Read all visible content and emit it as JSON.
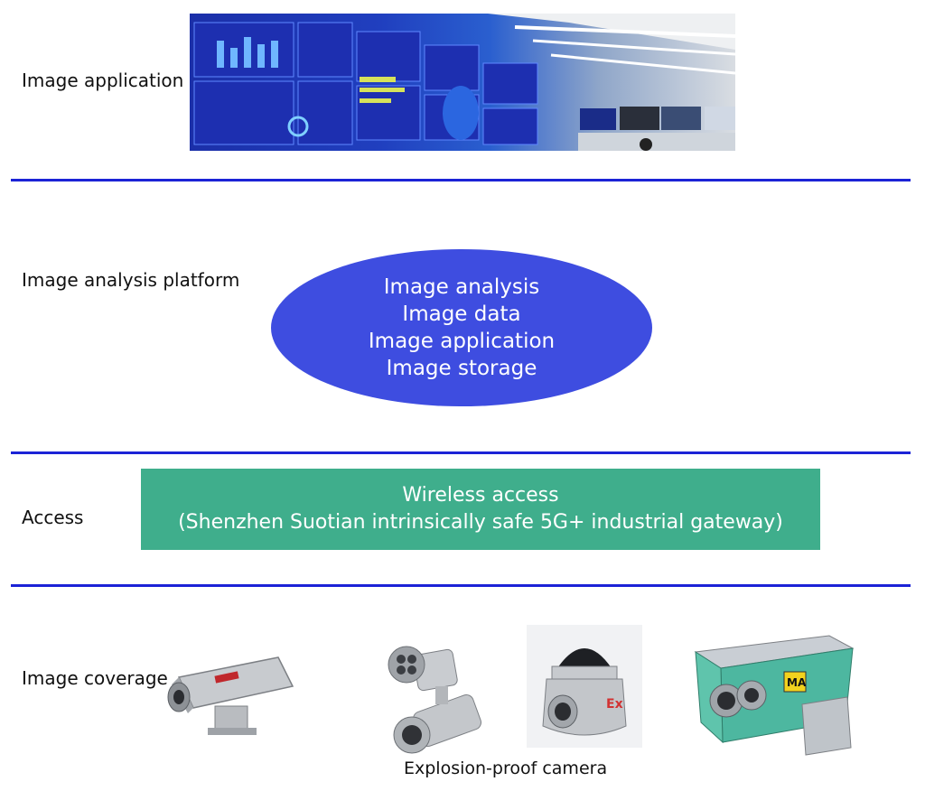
{
  "layers": {
    "application": {
      "label": "Image application"
    },
    "platform": {
      "label": "Image analysis platform",
      "functions": [
        "Image analysis",
        "Image data",
        "Image application",
        "Image storage"
      ]
    },
    "access": {
      "label": "Access",
      "lines": [
        "Wireless access",
        "(Shenzhen Suotian intrinsically safe 5G+ industrial gateway)"
      ]
    },
    "coverage": {
      "label": "Image coverage",
      "caption": "Explosion-proof camera",
      "camera_icons": [
        "bullet-camera-icon",
        "infrared-camera-icon",
        "dome-camera-icon",
        "mine-camera-icon"
      ]
    }
  },
  "colors": {
    "divider": "#1c23d6",
    "platform_ellipse": "#3e4de0",
    "access_box": "#3fae8c",
    "label_text": "#111111",
    "shape_text": "#ffffff"
  }
}
